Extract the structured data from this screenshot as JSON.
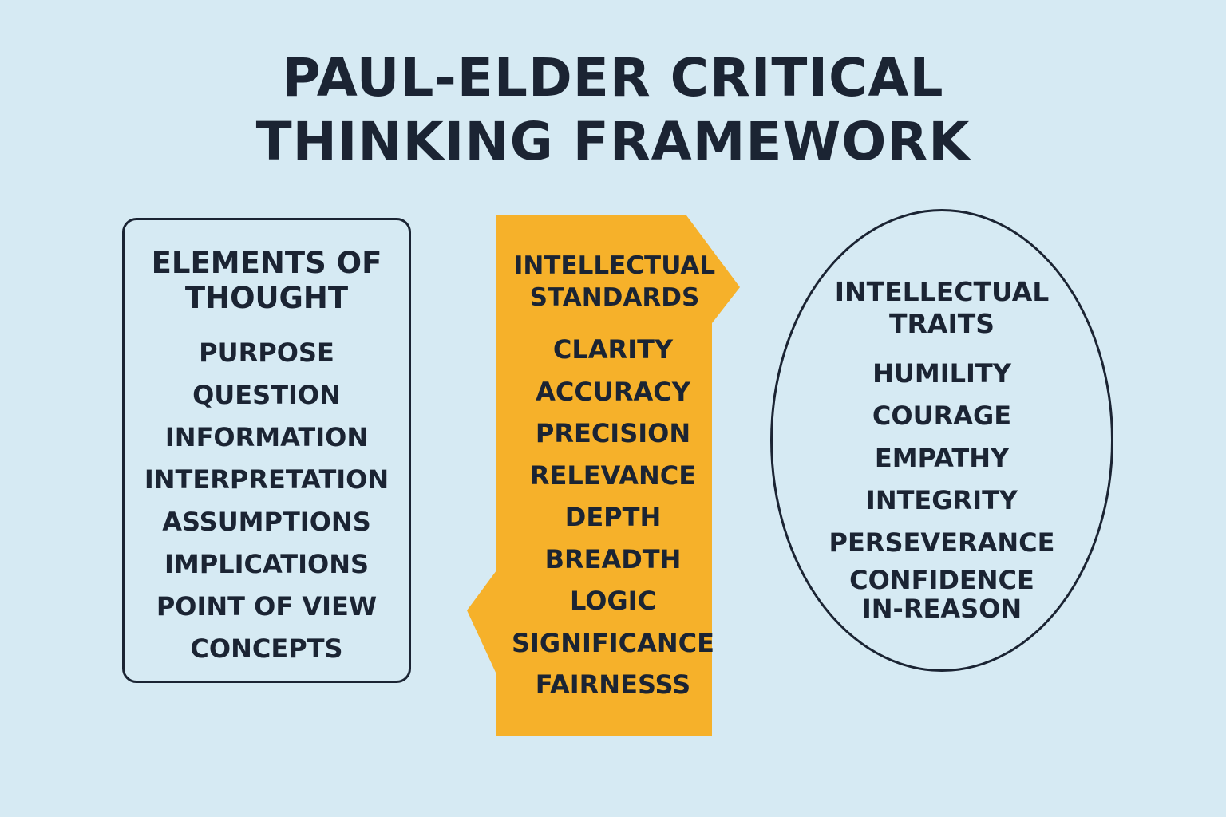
{
  "title": {
    "line1": "PAUL-ELDER CRITICAL",
    "line2": "THINKING FRAMEWORK"
  },
  "elements": {
    "heading_line1": "ELEMENTS OF",
    "heading_line2": "THOUGHT",
    "items": [
      "PURPOSE",
      "QUESTION",
      "INFORMATION",
      "INTERPRETATION",
      "ASSUMPTIONS",
      "IMPLICATIONS",
      "POINT OF VIEW",
      "CONCEPTS"
    ]
  },
  "standards": {
    "heading_line1": "INTELLECTUAL",
    "heading_line2": "STANDARDS",
    "items": [
      "CLARITY",
      "ACCURACY",
      "PRECISION",
      "RELEVANCE",
      "DEPTH",
      "BREADTH",
      "LOGIC",
      "SIGNIFICANCE",
      "FAIRNESSS"
    ]
  },
  "traits": {
    "heading_line1": "INTELLECTUAL",
    "heading_line2": "TRAITS",
    "items": [
      "HUMILITY",
      "COURAGE",
      "EMPATHY",
      "INTEGRITY",
      "PERSEVERANCE"
    ],
    "last_line1": "CONFIDENCE",
    "last_line2": "IN-REASON"
  },
  "colors": {
    "background": "#d6eaf3",
    "ink": "#1b2433",
    "standards_fill": "#f6b12a"
  }
}
